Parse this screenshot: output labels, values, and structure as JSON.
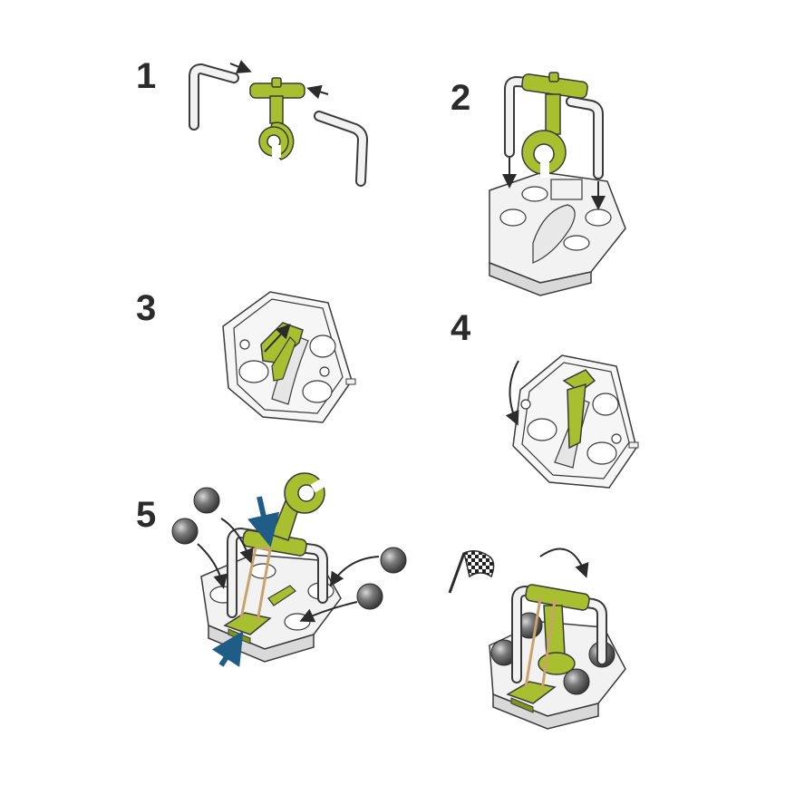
{
  "steps": [
    {
      "number": "1"
    },
    {
      "number": "2"
    },
    {
      "number": "3"
    },
    {
      "number": "4"
    },
    {
      "number": "5"
    }
  ],
  "colors": {
    "green_part": "#a8bf2f",
    "green_dark": "#7f9420",
    "white_part": "#f2f2f2",
    "outline": "#3a3a3a",
    "ball": "#6b6b6b",
    "rubber_band": "#c9a36a",
    "press_arrow": "#1f5d86",
    "base_side": "#d9d9d9"
  },
  "icons": {
    "finish": "checkered-flag-icon",
    "move": "arrow-icon",
    "press": "press-arrow-icon"
  }
}
